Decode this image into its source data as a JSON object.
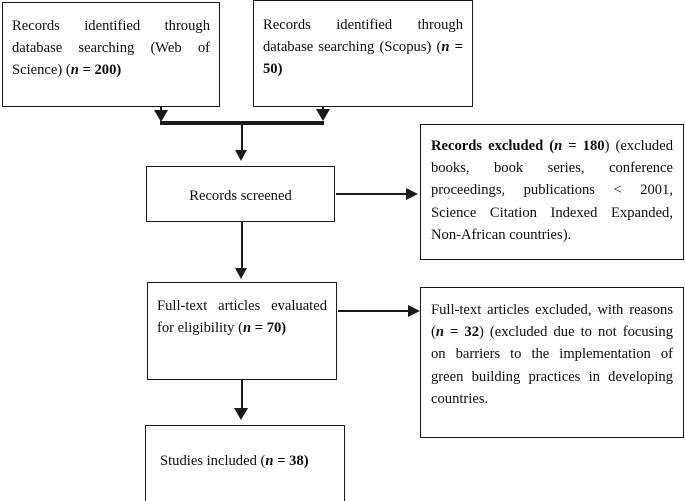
{
  "diagram": {
    "title": "PRISMA study selection flow diagram",
    "accent_color": "#1a1a1a",
    "background_color": "#ffffff"
  },
  "boxes": {
    "source_wos": {
      "name": "Records identified through database searching (Web of Science)",
      "text_lead": "Records identified through database searching (Web of Science) (",
      "n_symbol": "n",
      "n_eq": " = ",
      "n_value": "200",
      "text_tail": ")"
    },
    "source_scopus": {
      "name": "Records identified through database searching (Scopus)",
      "text_lead": "Records identified through database searching (Scopus) (",
      "n_symbol": "n",
      "n_eq": " = ",
      "n_value": "50",
      "text_tail": ")"
    },
    "records_screened": {
      "label": "Records screened"
    },
    "records_excluded": {
      "text_lead": "Records excluded (",
      "n_symbol": "n",
      "n_eq": " = ",
      "n_value": "180",
      "text_tail": ") (excluded books, book series, conference proceedings, publications < 2001, Science Citation Indexed Expanded, Non-African countries)."
    },
    "fulltext_eligibility": {
      "text_lead": "Full-text articles evaluated for eligibility (",
      "n_symbol": "n",
      "n_eq": " = ",
      "n_value": "70",
      "text_tail": ")"
    },
    "fulltext_excluded": {
      "text_lead": "Full-text articles excluded, with reasons (",
      "n_symbol": "n",
      "n_eq": " = ",
      "n_value": "32",
      "text_tail": ") (excluded due to not  focusing on barriers to the implementation of green building practices in developing countries."
    },
    "studies_included": {
      "text_lead": "Studies included (",
      "n_symbol": "n",
      "n_eq": " = ",
      "n_value": "38",
      "text_tail": ")"
    }
  },
  "connectors": {
    "wos_to_merge": "arrow-down",
    "scopus_to_merge": "arrow-down",
    "merge_bar": "horizontal-join-bar",
    "merge_to_screened": "arrow-down",
    "screened_to_excluded": "arrow-right",
    "screened_to_fulltext": "arrow-down",
    "fulltext_to_excluded": "arrow-right",
    "fulltext_to_included": "arrow-down"
  }
}
